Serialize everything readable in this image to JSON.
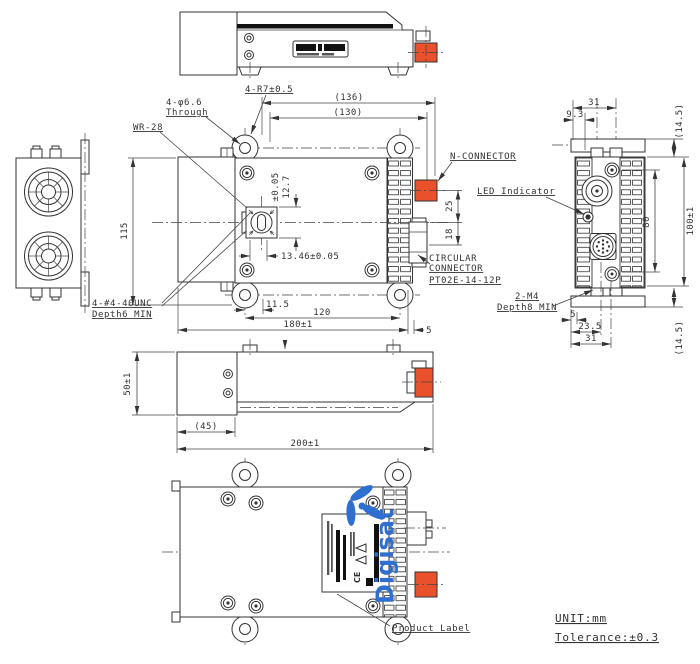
{
  "notes": {
    "unit": "UNIT:mm",
    "tolerance": "Tolerance:±0.3"
  },
  "watermark": {
    "text": "Digisat"
  },
  "callouts": {
    "r7": "4-R7±0.5",
    "holes1": "4-φ6.6",
    "holes2": "Through",
    "wr28": "WR-28",
    "n_connector": "N-CONNECTOR",
    "circular1": "CIRCULAR",
    "circular2": "CONNECTOR",
    "circular3": "PT02E-14-12P",
    "led": "LED Indicator",
    "unc1": "4-#4-40UNC",
    "unc2": "Depth6 MIN",
    "m4_1": "2-M4",
    "m4_2": "Depth8 MIN",
    "product_label": "Product Label",
    "ce_mark": "CE"
  },
  "dims": {
    "d136": "(136)",
    "d130": "(130)",
    "d115": "115",
    "d12_7": "12.7",
    "tol005": "±0.05",
    "d13_46": "13.46±0.05",
    "d11_5": "11.5",
    "d120": "120",
    "d180": "180±1",
    "d5_main": "5",
    "d25": "25",
    "d18": "18",
    "d31_top": "31",
    "d9_3": "9.3",
    "d14_5_top": "(14.5)",
    "d80": "80",
    "d100": "100±1",
    "d5_right": "5",
    "d23_5": "23.5",
    "d31_bot": "31",
    "d14_5_bot": "(14.5)",
    "d50": "50±1",
    "d45": "(45)",
    "d200": "200±1"
  },
  "colors": {
    "connector_orange": "#e8512b",
    "watermark_blue": "#2f6fd0",
    "line": "#333333"
  }
}
